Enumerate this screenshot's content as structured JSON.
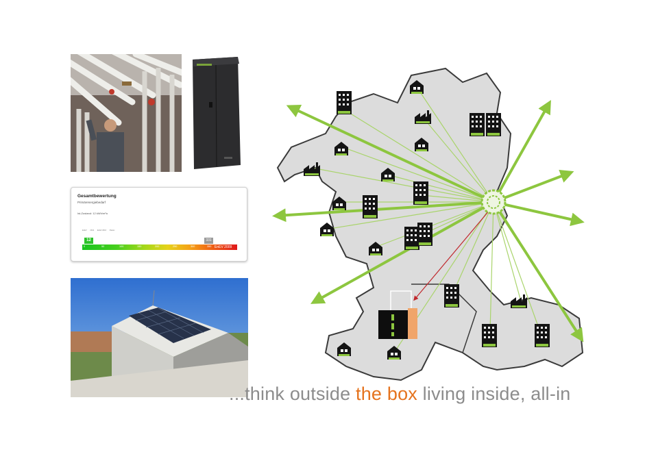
{
  "energy_certificate": {
    "title": "Gesamtbewertung",
    "subtitle": "Primärenergiebedarf",
    "ist_label": "Ist-Zustand:",
    "ist_value": "12 kWh/m²a",
    "mini_labels": [
      "EnEV",
      "2014",
      "EnEV 2016",
      "Passiv"
    ],
    "current_value": "12",
    "reference_value": "331",
    "reference_label": "EnEV 2009",
    "scale_ticks": [
      "0",
      "50",
      "100",
      "150",
      "200",
      "250",
      "300",
      "350"
    ]
  },
  "slogan": {
    "prefix": "...think outside ",
    "highlight": "the box",
    "suffix": " living inside, all-in"
  },
  "colors": {
    "accent_green": "#8dc63f",
    "highlight_orange": "#e5731e",
    "slogan_grey": "#8c8c8c",
    "map_fill": "#dcdcdc",
    "building_dark": "#141414",
    "arrow_red": "#c0282d"
  },
  "icons": [
    "house-icon",
    "apartment-icon",
    "factory-icon",
    "hub-icon",
    "box-unit-icon"
  ]
}
